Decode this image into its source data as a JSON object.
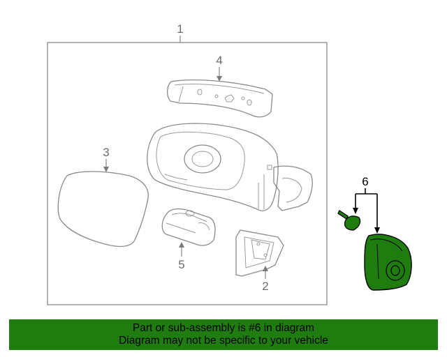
{
  "callouts": {
    "c1": "1",
    "c2": "2",
    "c3": "3",
    "c4": "4",
    "c5": "5",
    "c6": "6"
  },
  "banner": {
    "line1": "Part or sub-assembly is #6 in diagram",
    "line2": "Diagram may not be specific to your vehicle"
  },
  "colors": {
    "highlight": "#1f7d10",
    "outline": "#8a8a8a"
  }
}
